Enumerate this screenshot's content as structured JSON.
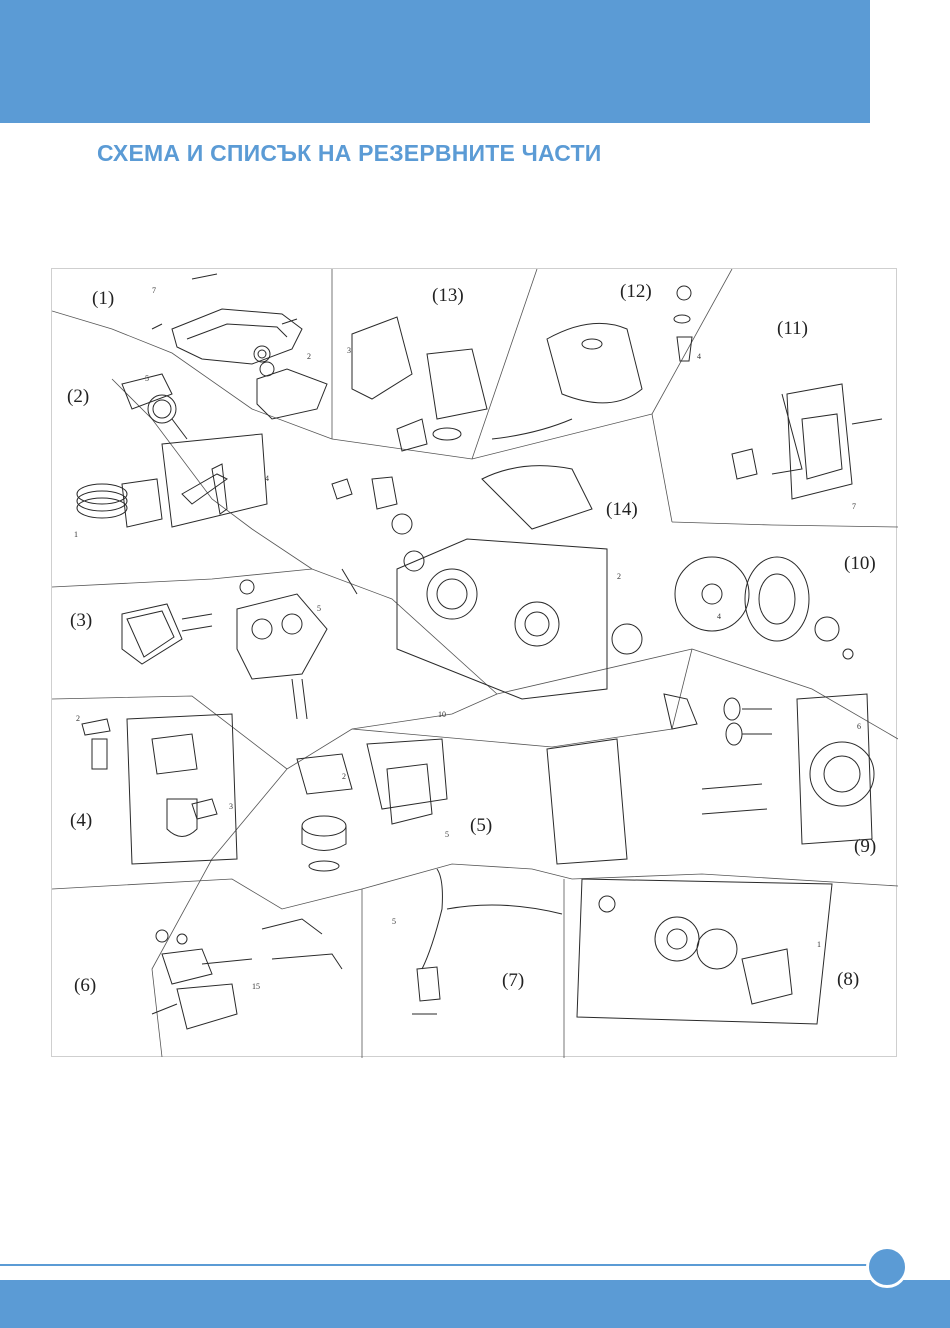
{
  "page": {
    "title": "СХЕМА И СПИСЪК НА РЕЗЕРВНИТЕ ЧАСТИ"
  },
  "colors": {
    "accent": "#5b9bd5",
    "line": "#333333"
  },
  "diagram": {
    "sections": [
      {
        "id": "s1",
        "label": "(1)"
      },
      {
        "id": "s2",
        "label": "(2)"
      },
      {
        "id": "s3",
        "label": "(3)"
      },
      {
        "id": "s4",
        "label": "(4)"
      },
      {
        "id": "s5",
        "label": "(5)"
      },
      {
        "id": "s6",
        "label": "(6)"
      },
      {
        "id": "s7",
        "label": "(7)"
      },
      {
        "id": "s8",
        "label": "(8)"
      },
      {
        "id": "s9",
        "label": "(9)"
      },
      {
        "id": "s10",
        "label": "(10)"
      },
      {
        "id": "s11",
        "label": "(11)"
      },
      {
        "id": "s12",
        "label": "(12)"
      },
      {
        "id": "s13",
        "label": "(13)"
      },
      {
        "id": "s14",
        "label": "(14)"
      }
    ]
  }
}
